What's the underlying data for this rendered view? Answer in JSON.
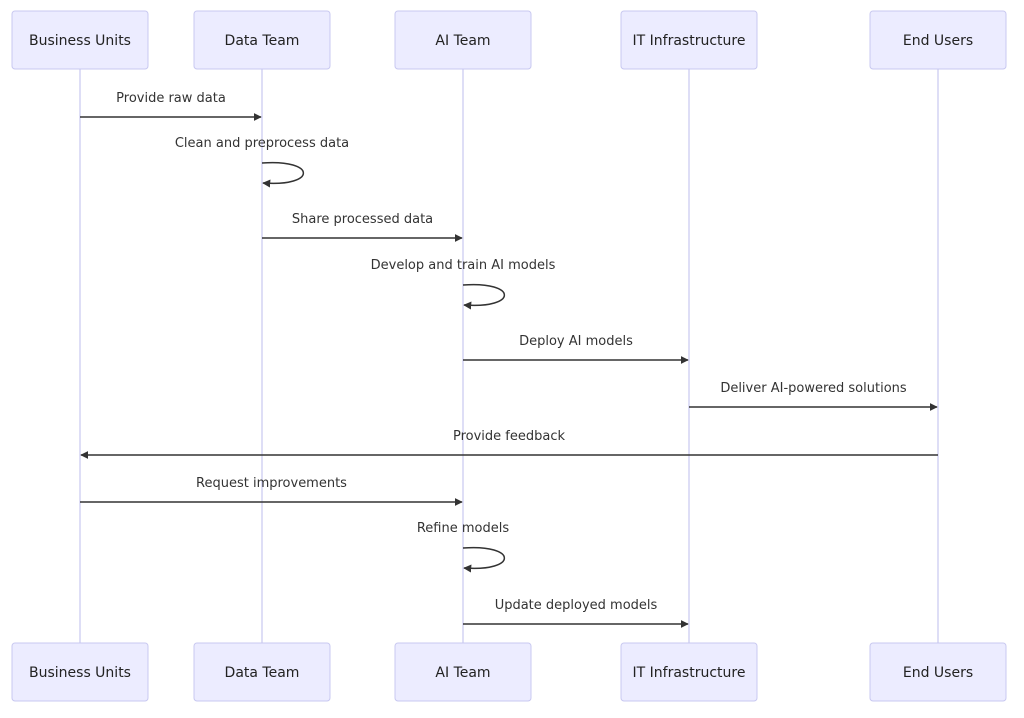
{
  "diagram": {
    "type": "sequence",
    "actors": [
      "Business Units",
      "Data Team",
      "AI Team",
      "IT Infrastructure",
      "End Users"
    ],
    "messages": [
      {
        "from": "Business Units",
        "to": "Data Team",
        "label": "Provide raw data"
      },
      {
        "from": "Data Team",
        "to": "Data Team",
        "label": "Clean and preprocess data"
      },
      {
        "from": "Data Team",
        "to": "AI Team",
        "label": "Share processed data"
      },
      {
        "from": "AI Team",
        "to": "AI Team",
        "label": "Develop and train AI models"
      },
      {
        "from": "AI Team",
        "to": "IT Infrastructure",
        "label": "Deploy AI models"
      },
      {
        "from": "IT Infrastructure",
        "to": "End Users",
        "label": "Deliver AI-powered solutions"
      },
      {
        "from": "End Users",
        "to": "Business Units",
        "label": "Provide feedback"
      },
      {
        "from": "Business Units",
        "to": "AI Team",
        "label": "Request improvements"
      },
      {
        "from": "AI Team",
        "to": "AI Team",
        "label": "Refine models"
      },
      {
        "from": "AI Team",
        "to": "IT Infrastructure",
        "label": "Update deployed models"
      }
    ]
  }
}
